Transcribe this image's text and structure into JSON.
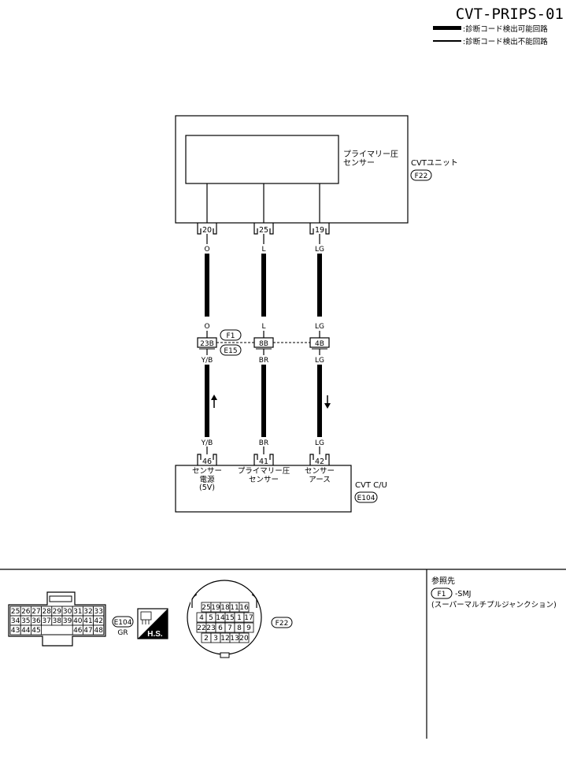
{
  "header": {
    "code": "CVT-PRIPS-01",
    "legend": [
      {
        "style": "thick",
        "label": ":診断コード検出可能回路"
      },
      {
        "style": "thin",
        "label": ":診断コード検出不能回路"
      }
    ]
  },
  "cvt_unit": {
    "sensor_label_line1": "プライマリー圧",
    "sensor_label_line2": "センサー",
    "unit_label": "CVTユニット",
    "connector": "F22"
  },
  "pins_top": [
    "20",
    "25",
    "19"
  ],
  "wires": [
    {
      "upper_color": "O",
      "mid_color": "O",
      "mid_pin": "23B",
      "lower_color_top": "Y/B",
      "lower_color_bottom": "Y/B",
      "arrow": "up"
    },
    {
      "upper_color": "L",
      "mid_color": "L",
      "mid_pin": "8B",
      "lower_color_top": "BR",
      "lower_color_bottom": "BR",
      "arrow": "none"
    },
    {
      "upper_color": "LG",
      "mid_color": "LG",
      "mid_pin": "4B",
      "lower_color_top": "LG",
      "lower_color_bottom": "LG",
      "arrow": "down"
    }
  ],
  "junction": {
    "upper": "F1",
    "lower": "E15"
  },
  "pins_bottom": [
    "46",
    "41",
    "42"
  ],
  "cvt_cu": {
    "label": "CVT C/U",
    "connector": "E104",
    "terminals": [
      {
        "line1": "センサー",
        "line2": "電源",
        "line3": "(5V)"
      },
      {
        "line1": "プライマリー圧",
        "line2": "センサー",
        "line3": ""
      },
      {
        "line1": "センサー",
        "line2": "アース",
        "line3": ""
      }
    ]
  },
  "connector_e104": {
    "row1": [
      "25",
      "26",
      "27",
      "28",
      "29",
      "30",
      "31",
      "32",
      "33"
    ],
    "row2": [
      "34",
      "35",
      "36",
      "37",
      "38",
      "39",
      "40",
      "41",
      "42"
    ],
    "row3_left": [
      "43",
      "44",
      "45"
    ],
    "row3_right": [
      "46",
      "47",
      "48"
    ],
    "id": "E104",
    "color": "GR",
    "hs_label": "H.S."
  },
  "connector_f22": {
    "row1": [
      "25",
      "19",
      "18",
      "11",
      "16"
    ],
    "row2": [
      "4",
      "5",
      "14",
      "15",
      "1",
      "17"
    ],
    "row3": [
      "22",
      "23",
      "6",
      "7",
      "8",
      "9"
    ],
    "row4": [
      "2",
      "3",
      "12",
      "13",
      "20"
    ],
    "id": "F22"
  },
  "reference": {
    "title": "参照先",
    "item_id": "F1",
    "item_suffix": "-SMJ",
    "item_desc": "(スーパーマルチプルジャンクション)"
  }
}
